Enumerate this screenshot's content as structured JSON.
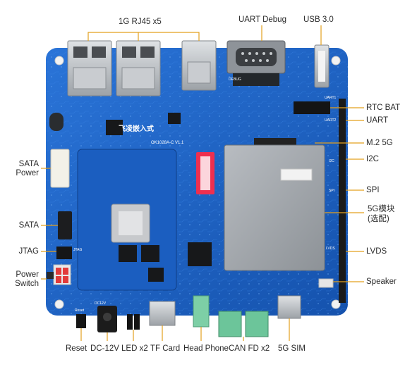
{
  "colors": {
    "pcb": "#1d63c6",
    "pcb_dark": "#134a9c",
    "leader": "#e3a01e",
    "label": "#2a2a2a",
    "metal": "#b9bcc0",
    "module": "#9ea3a8",
    "terminal": "#6cc59a",
    "red_switch": "#e23b3b"
  },
  "labels": {
    "rj45": "1G RJ45 x5",
    "uart_debug": "UART Debug",
    "usb3": "USB 3.0",
    "rtc_bat": "RTC BAT",
    "uart": "UART",
    "m2_5g": "M.2 5G",
    "i2c": "I2C",
    "spi": "SPI",
    "module_5g_line1": "5G模块",
    "module_5g_line2": "(选配)",
    "lvds": "LVDS",
    "speaker": "Speaker",
    "sata_power_line1": "SATA",
    "sata_power_line2": "Power",
    "sata": "SATA",
    "jtag": "JTAG",
    "power_switch_line1": "Power",
    "power_switch_line2": "Switch",
    "reset": "Reset",
    "dc12v": "DC-12V",
    "led": "LED x2",
    "tf_card": "TF Card",
    "head_phone": "Head Phone",
    "can_fd": "CAN FD x2",
    "sim_5g": "5G SIM"
  },
  "board": {
    "brand": "飞凌嵌入式",
    "model": "OK1028A-C V1.1",
    "silk": {
      "debug": "DEBUG",
      "uart1": "UART1",
      "uart2": "UART2",
      "i2c": "I2C",
      "spi": "SPI",
      "lvds": "LVDS",
      "reset": "Reset",
      "dc12v": "DC12V",
      "jtag": "JTAG"
    }
  }
}
